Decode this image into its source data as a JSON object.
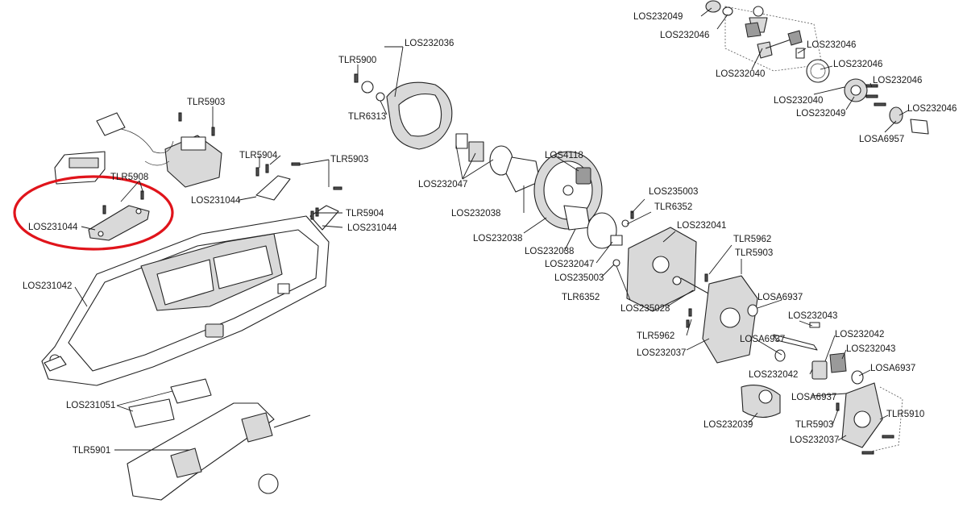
{
  "diagram": {
    "highlight_color": "#e0141b",
    "parts": {
      "los232049_top": "LOS232049",
      "los232046_a": "LOS232046",
      "los232046_b": "LOS232046",
      "los232046_c": "LOS232046",
      "los232046_d": "LOS232046",
      "los232046_e": "LOS232046",
      "los232040_a": "LOS232040",
      "los232040_b": "LOS232040",
      "los232049_b": "LOS232049",
      "losa6957": "LOSA6957",
      "los232036": "LOS232036",
      "tlr5900": "TLR5900",
      "tlr6313": "TLR6313",
      "tlr5903_a": "TLR5903",
      "tlr5903_b": "TLR5903",
      "tlr5903_c": "TLR5903",
      "tlr5903_d": "TLR5903",
      "tlr5904_a": "TLR5904",
      "tlr5904_b": "TLR5904",
      "tlr5908": "TLR5908",
      "los231044_a": "LOS231044",
      "los231044_b": "LOS231044",
      "los231044_c": "LOS231044",
      "los231042": "LOS231042",
      "los231051": "LOS231051",
      "tlr5901": "TLR5901",
      "los4118": "LOS4118",
      "los232047_a": "LOS232047",
      "los232047_b": "LOS232047",
      "los232038_a": "LOS232038",
      "los232038_b": "LOS232038",
      "los232038_c": "LOS232038",
      "los235003_a": "LOS235003",
      "los235003_b": "LOS235003",
      "tlr6352_a": "TLR6352",
      "tlr6352_b": "TLR6352",
      "los232041": "LOS232041",
      "tlr5962_a": "TLR5962",
      "tlr5962_b": "TLR5962",
      "los235028": "LOS235028",
      "losa6937_a": "LOSA6937",
      "losa6937_b": "LOSA6937",
      "losa6937_c": "LOSA6937",
      "losa6937_d": "LOSA6937",
      "los232043_a": "LOS232043",
      "los232043_b": "LOS232043",
      "los232042_a": "LOS232042",
      "los232042_b": "LOS232042",
      "los232037_a": "LOS232037",
      "los232037_b": "LOS232037",
      "los232039": "LOS232039",
      "tlr5910": "TLR5910"
    }
  }
}
